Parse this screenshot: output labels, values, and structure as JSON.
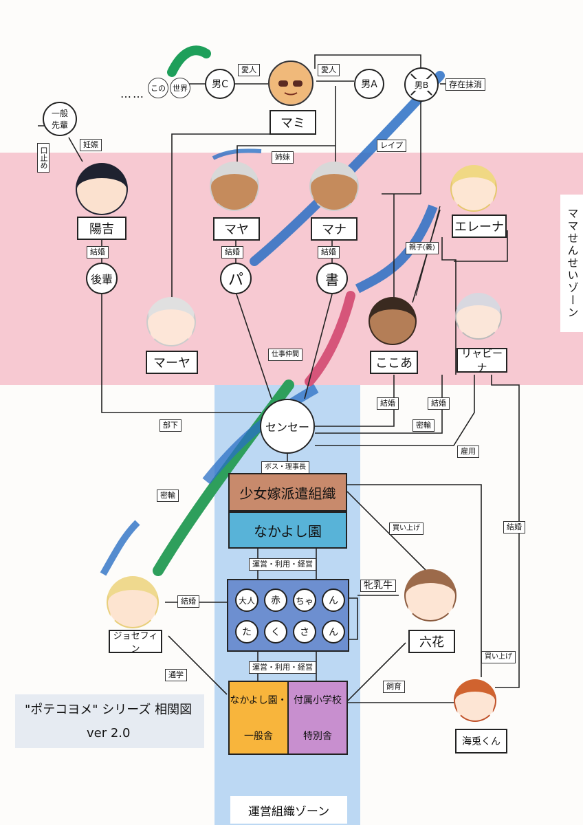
{
  "zones": {
    "mama": "ママせんせいゾーン",
    "org": "運営組織ゾーン"
  },
  "series": {
    "line1": "\"ポテコヨメ\" シリーズ 相関図",
    "line2": "ver 2.0"
  },
  "top": {
    "dots": "……",
    "kono": "この",
    "sekai": "世界",
    "otoko_c": "男C",
    "mami": "マミ",
    "otoko_a": "男A",
    "otoko_b": "男B",
    "sonzai": "存在抹消",
    "aijin1": "愛人",
    "aijin2": "愛人"
  },
  "left": {
    "ippan": "一般",
    "senpai": "先輩",
    "kuchidome": "口止め",
    "ninshin": "妊娠"
  },
  "people": {
    "yoshino": "陽吉",
    "maya": "マヤ",
    "mana": "マナ",
    "elena": "エレーナ",
    "maaya": "マーヤ",
    "cocoa": "ここあ",
    "lavina": "リャビーナ",
    "sensei": "センセー",
    "josephine": "ジョセフィン",
    "rikka": "六花",
    "kaito": "海兎くん"
  },
  "circles": {
    "kouhai": "後輩",
    "pa": "パ",
    "sho": "書"
  },
  "rel": {
    "shimai": "姉妹",
    "rape": "レイプ",
    "kekkon1": "結婚",
    "kekkon2": "結婚",
    "kekkon3": "結婚",
    "oyako": "親子(義)",
    "shigoto": "仕事仲間",
    "buka": "部下",
    "kekkon4": "結婚",
    "kekkon5": "結婚",
    "mitsuyu1": "密輸",
    "koyou": "雇用",
    "boss": "ボス・理事長",
    "mitsuyu2": "密輸",
    "kaiage1": "買い上げ",
    "kekkon6": "結婚",
    "unei1": "運営・利用・経営",
    "meushi": "牝乳牛",
    "kekkon7": "結婚",
    "tsuugaku": "通学",
    "unei2": "運営・利用・経営",
    "shiiku": "飼育",
    "kaiage2": "買い上げ"
  },
  "org": {
    "haken": "少女嫁派遣組織",
    "nakayoshi": "なかよし園",
    "akachan": [
      "大人",
      "赤",
      "ちゃ",
      "ん",
      "た",
      "く",
      "さ",
      "ん"
    ],
    "school_left_1": "なかよし園・",
    "school_left_2": "一般舎",
    "school_right_1": "付属小学校",
    "school_right_2": "特別舎"
  }
}
